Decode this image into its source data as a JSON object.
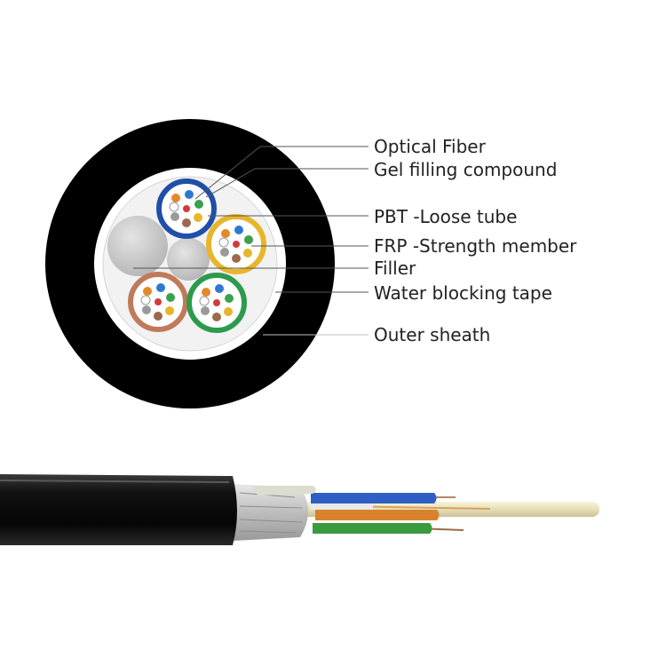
{
  "labels": {
    "optical_fiber": "Optical Fiber",
    "gel_filling": "Gel filling compound",
    "pbt_tube": "PBT -Loose tube",
    "frp_member": "FRP -Strength member",
    "filler": "Filler",
    "water_tape": "Water blocking tape",
    "outer_sheath": "Outer sheath"
  },
  "colors": {
    "sheath": "#000000",
    "tape": "#f2f2f2",
    "filler": "#c8c8c8",
    "tube_blue": "#1f4fa8",
    "tube_yellow": "#e8b52b",
    "tube_brown": "#c07a5a",
    "tube_green": "#2d9a4e",
    "fiber_blue": "#2f78d1",
    "fiber_orange": "#e3892a",
    "fiber_green": "#3aa14c",
    "fiber_brown": "#9a6a4a",
    "fiber_gray": "#9a9a9a",
    "fiber_white": "#ffffff"
  }
}
